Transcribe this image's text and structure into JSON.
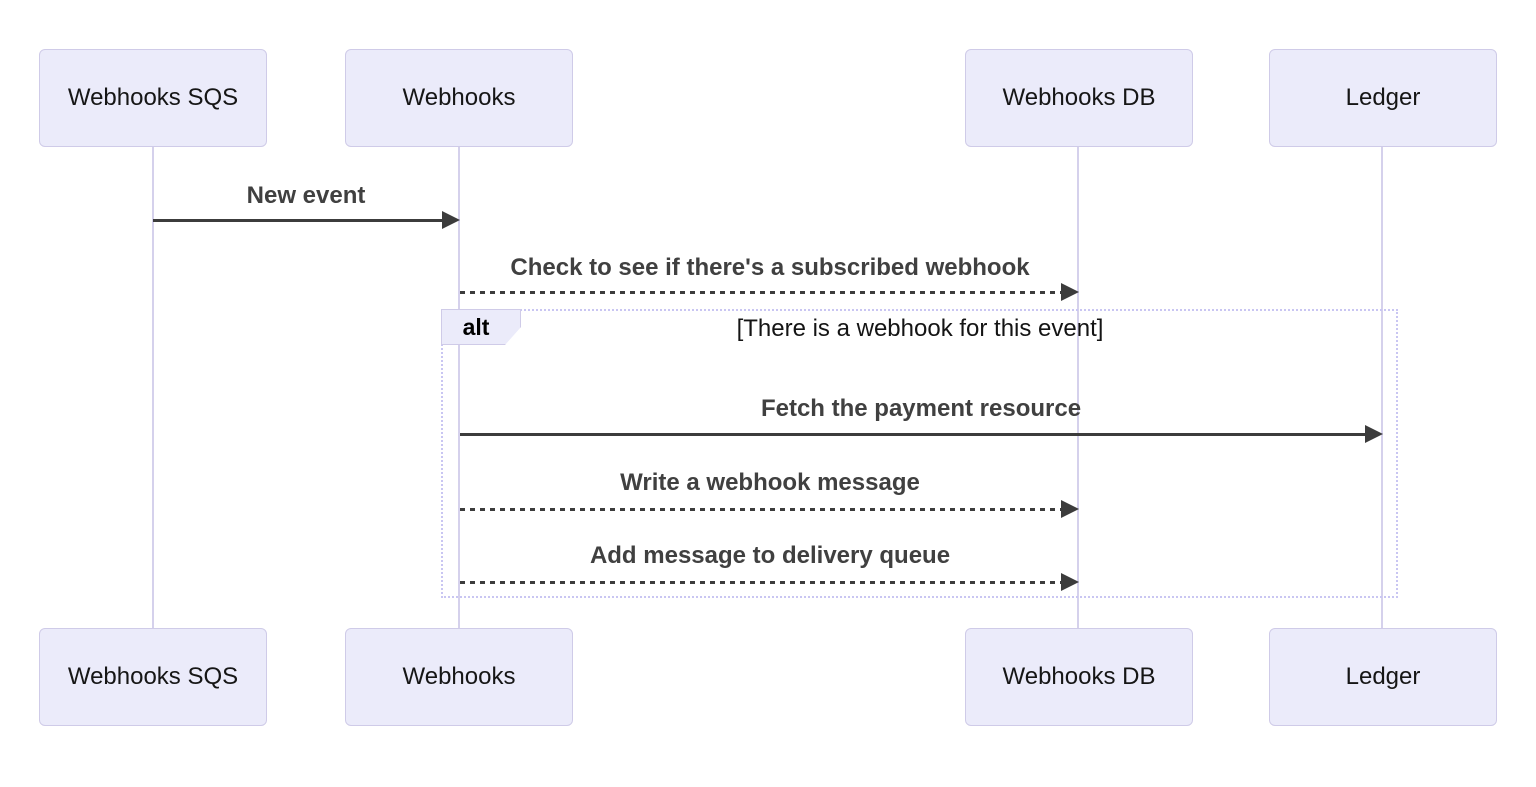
{
  "diagram": {
    "type": "sequence-diagram",
    "participants": [
      {
        "name": "Webhooks SQS"
      },
      {
        "name": "Webhooks"
      },
      {
        "name": "Webhooks DB"
      },
      {
        "name": "Ledger"
      }
    ],
    "messages": [
      {
        "from": "Webhooks SQS",
        "to": "Webhooks",
        "label": "New event",
        "style": "solid",
        "section": "main"
      },
      {
        "from": "Webhooks",
        "to": "Webhooks DB",
        "label": "Check to see if there's a subscribed webhook",
        "style": "dashed",
        "section": "main"
      },
      {
        "from": "Webhooks",
        "to": "Ledger",
        "label": "Fetch the payment resource",
        "style": "solid",
        "section": "alt"
      },
      {
        "from": "Webhooks",
        "to": "Webhooks DB",
        "label": "Write a webhook message",
        "style": "dashed",
        "section": "alt"
      },
      {
        "from": "Webhooks",
        "to": "Webhooks DB",
        "label": "Add message to delivery queue",
        "style": "dashed",
        "section": "alt"
      }
    ],
    "alt": {
      "operator": "alt",
      "condition": "[There is a webhook for this event]"
    },
    "colors": {
      "actor_fill": "#EBEBFA",
      "actor_border": "#CFCBE8",
      "lifeline": "#D5D1EC",
      "arrow": "#3C3C3C",
      "message_text": "#404040",
      "label_text": "#141414",
      "frame_border": "#C9C6F2",
      "background": "#FFFFFF"
    }
  }
}
